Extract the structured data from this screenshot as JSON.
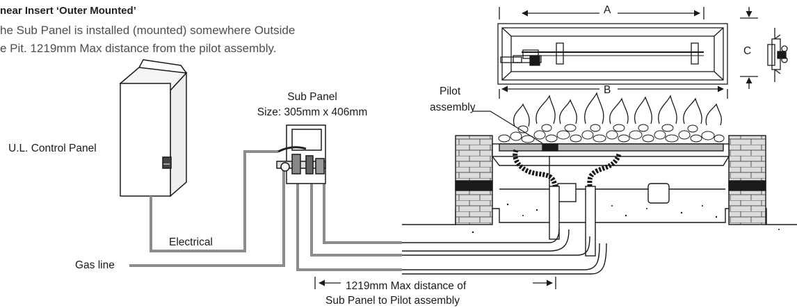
{
  "header": {
    "title": "near Insert ‘Outer Mounted’",
    "desc_line1": "he Sub Panel is installed (mounted) somewhere Outside",
    "desc_line2": "e Pit. 1219mm Max distance from the pilot assembly."
  },
  "labels": {
    "control_panel": "U.L. Control Panel",
    "sub_panel_line1": "Sub Panel",
    "sub_panel_line2": "Size: 305mm x 406mm",
    "pilot_line1": "Pilot",
    "pilot_line2": "assembly",
    "electrical": "Electrical",
    "gas_line": "Gas line",
    "distance_line1": "1219mm Max distance of",
    "distance_line2": "Sub Panel to Pilot assembly"
  },
  "dimensions": {
    "a": "A",
    "b": "B",
    "c": "C"
  },
  "colors": {
    "line": "#1a1a1a",
    "pipe": "#8c8c8c",
    "brick": "#d9d9d9"
  }
}
